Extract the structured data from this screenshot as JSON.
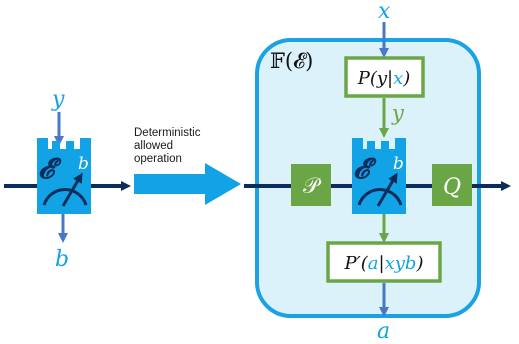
{
  "colors": {
    "device_blue": "#12a3e6",
    "dark_navy": "#0b2d5b",
    "arrow_blue": "#4a78c8",
    "green": "#6aa646",
    "box_fill": "#dcf2fb",
    "box_border": "#1aa3e2",
    "black": "#111111"
  },
  "left_device": {
    "epsilon": "𝓔",
    "input_label": "y",
    "output_label": "b",
    "output_bottom_label": "b"
  },
  "transform_text": {
    "line1": "Deterministic",
    "line2": "allowed",
    "line3": "operation"
  },
  "right_box": {
    "title": "𝔽(𝓔)",
    "top_input": "x",
    "channel_label_parts": [
      "P(y|",
      "x",
      ")"
    ],
    "mid_label": "y",
    "pre_label": "𝒫",
    "post_label": "Q",
    "epsilon": "𝓔",
    "device_output": "b",
    "output_box_parts": [
      "P′(",
      "a",
      "|",
      "x",
      "y",
      "b",
      ")"
    ],
    "bottom_output": "a"
  },
  "icons": [
    "meter-needle-icon",
    "arrow-icon"
  ]
}
